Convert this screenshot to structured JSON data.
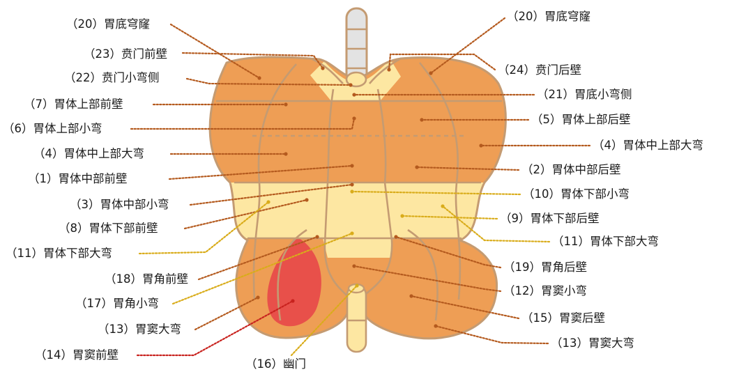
{
  "colors": {
    "region_dark": "#ee9e55",
    "region_light": "#fde7a2",
    "region_red": "#e8504a",
    "esophagus_fill": "#e3e3e3",
    "outline": "#c49b72",
    "leader_brown": "#b45a1e",
    "leader_yellow": "#d9ac1a",
    "leader_red": "#c8221e"
  },
  "labels": {
    "l_20a": "（20）胃底穹窿",
    "l_23": "（23）贲门前壁",
    "l_22": "（22）贲门小弯侧",
    "l_7": "（7）胃体上部前壁",
    "l_6": "（6）胃体上部小弯",
    "l_4a": "（4）胃体中上部大弯",
    "l_1": "（1）胃体中部前壁",
    "l_3": "（3）胃体中部小弯",
    "l_8": "（8）胃体下部前壁",
    "l_11a": "（11）胃体下部大弯",
    "l_18": "（18）胃角前壁",
    "l_17": "（17）胃角小弯",
    "l_13a": "（13）胃窦大弯",
    "l_14": "（14）胃窦前壁",
    "l_16": "（16）幽门",
    "l_20b": "（20）胃底穹窿",
    "l_24": "（24）贲门后壁",
    "l_21": "（21）胃底小弯侧",
    "l_5": "（5）胃体上部后壁",
    "l_4b": "（4）胃体中上部大弯",
    "l_2": "（2）胃体中部后壁",
    "l_10": "（10）胃体下部小弯",
    "l_9": "（9）胃体下部后壁",
    "l_11b": "（11）胃体下部大弯",
    "l_19": "（19）胃角后壁",
    "l_12": "（12）胃窦小弯",
    "l_15": "（15）胃窦后壁",
    "l_13b": "（13）胃窦大弯"
  }
}
